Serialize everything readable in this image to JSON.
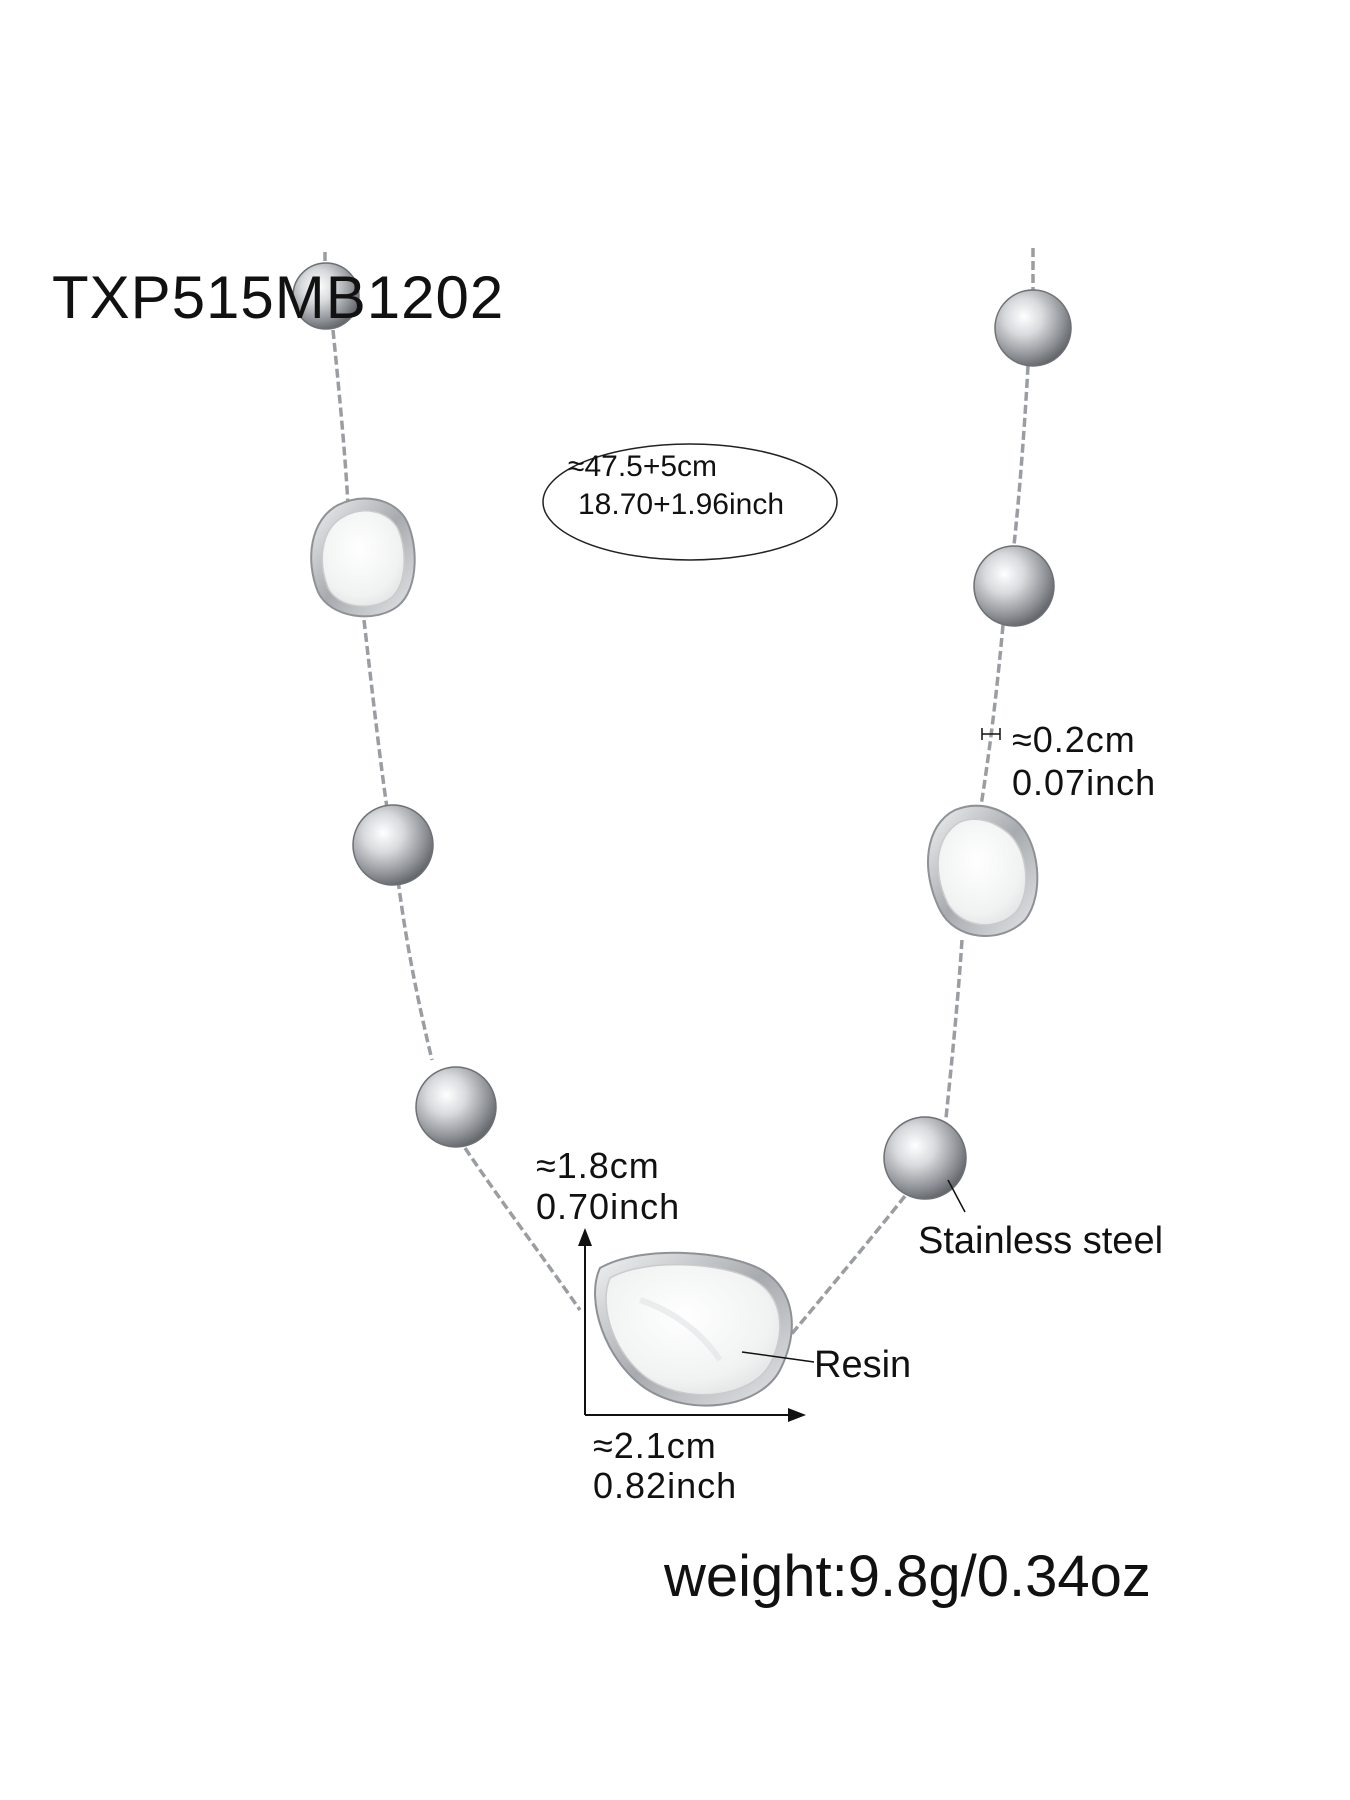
{
  "product": {
    "code": "TXP515MB1202",
    "length_cm": "≈47.5+5cm",
    "length_inch": "18.70+1.96inch",
    "chain_width_cm": "≈0.2cm",
    "chain_width_inch": "0.07inch",
    "pendant_height_cm": "≈1.8cm",
    "pendant_height_inch": "0.70inch",
    "pendant_width_cm": "≈2.1cm",
    "pendant_width_inch": "0.82inch",
    "material_bead": "Stainless steel",
    "material_stone": "Resin",
    "weight": "weight:9.8g/0.34oz"
  },
  "colors": {
    "background": "#ffffff",
    "text": "#111111",
    "metal": "#b9bcc0",
    "resin": "#f4f5f5"
  }
}
